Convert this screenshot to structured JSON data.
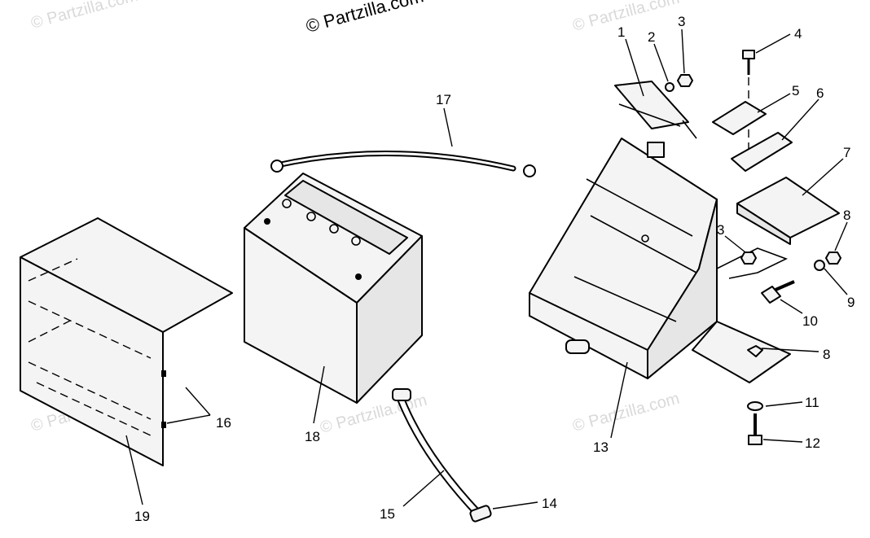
{
  "watermark": {
    "main": "© Partzilla.com",
    "faint": "© Partzilla.com"
  },
  "callouts": {
    "c1": "1",
    "c2": "2",
    "c3a": "3",
    "c3b": "3",
    "c4": "4",
    "c5": "5",
    "c6": "6",
    "c7": "7",
    "c8a": "8",
    "c8b": "8",
    "c9": "9",
    "c10": "10",
    "c11": "11",
    "c12": "12",
    "c13": "13",
    "c14": "14",
    "c15": "15",
    "c16": "16",
    "c17": "17",
    "c18": "18",
    "c19": "19"
  },
  "colors": {
    "line": "#000000",
    "watermark": "#d9d9d9",
    "background": "#ffffff"
  }
}
